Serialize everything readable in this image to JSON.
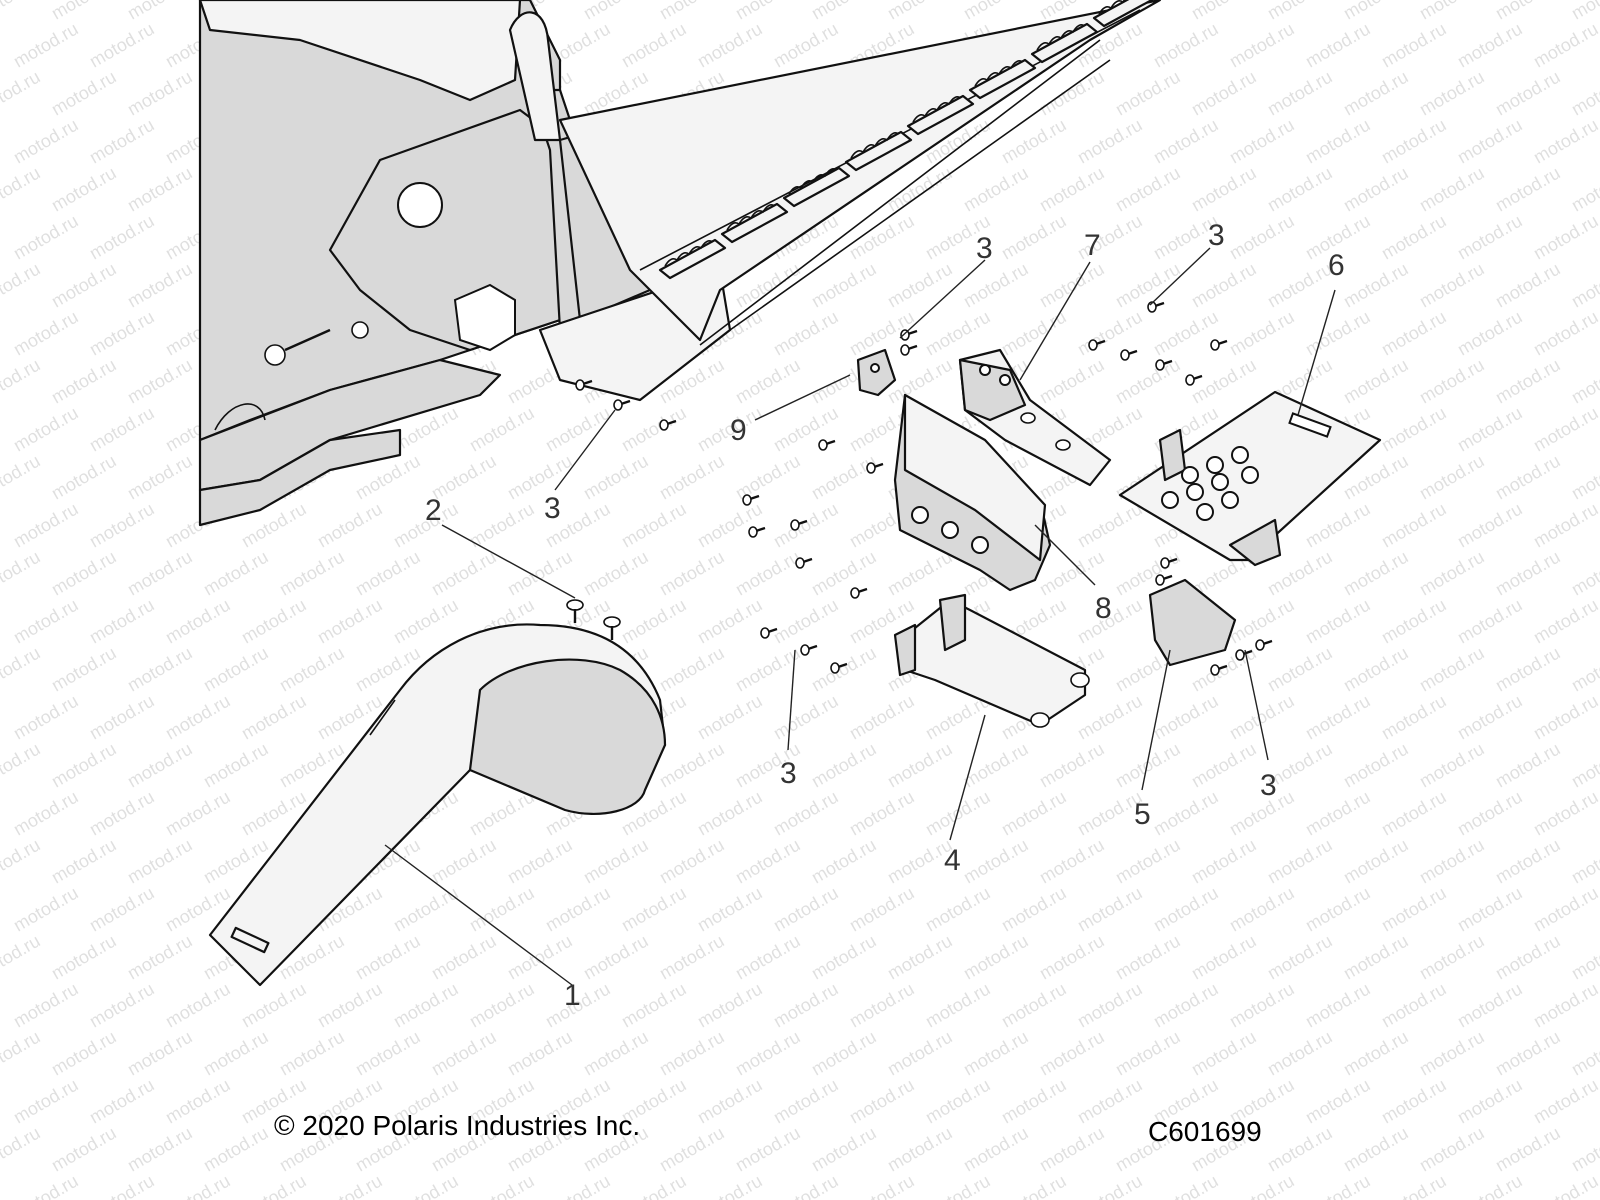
{
  "callouts": [
    {
      "id": "1",
      "text": "1"
    },
    {
      "id": "2",
      "text": "2"
    },
    {
      "id": "3a",
      "text": "3"
    },
    {
      "id": "3b",
      "text": "3"
    },
    {
      "id": "3c",
      "text": "3"
    },
    {
      "id": "3d",
      "text": "3"
    },
    {
      "id": "3e",
      "text": "3"
    },
    {
      "id": "4",
      "text": "4"
    },
    {
      "id": "5",
      "text": "5"
    },
    {
      "id": "6",
      "text": "6"
    },
    {
      "id": "7",
      "text": "7"
    },
    {
      "id": "8",
      "text": "8"
    },
    {
      "id": "9",
      "text": "9"
    }
  ],
  "footer": {
    "copyright": "© 2020 Polaris Industries Inc.",
    "drawing_number": "C601699"
  },
  "watermark": {
    "text": "motod.ru"
  },
  "colors": {
    "part_fill": "#d9d9d9",
    "line": "#111111",
    "background": "#ffffff"
  }
}
